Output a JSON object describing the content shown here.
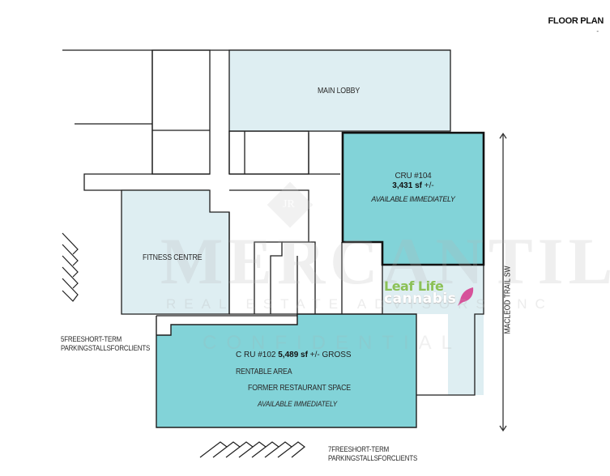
{
  "header": {
    "title": "FLOOR PLAN",
    "subtitle_mark": "-"
  },
  "colors": {
    "available_unit": "#82d3d8",
    "common_area": "#deeef2",
    "wall": "#1e1e1e",
    "leaf_green": "#8cc157",
    "leaf_pink": "#d6529a"
  },
  "rooms": {
    "main_lobby": {
      "label": "MAIN LOBBY"
    },
    "fitness_centre": {
      "label": "FITNESS CENTRE"
    },
    "cru_104": {
      "name": "CRU #104",
      "area": "3,431 sf",
      "area_suffix": "+/-",
      "status": "AVAILABLE IMMEDIATELY"
    },
    "cru_102": {
      "name": "C RU #102",
      "area": "5,489 sf",
      "area_suffix": "+/- GROSS",
      "line2": "RENTABLE AREA",
      "line3": "FORMER RESTAURANT SPACE",
      "status": "AVAILABLE IMMEDIATELY"
    }
  },
  "tenant_logo": {
    "line1": "Leaf Life",
    "line2": "cannabis",
    "icon": "leaf-icon"
  },
  "street": {
    "label": "MACLEOD TRAIL SW",
    "icon": "double-arrow-vertical-icon"
  },
  "parking": [
    {
      "line1": "5FREESHORT-TERM",
      "line2": "PARKINGSTALLSFORCLIENTS",
      "stalls": 5,
      "icon": "angled-parking-stalls-icon"
    },
    {
      "line1": "7FREESHORT-TERM",
      "line2": "PARKINGSTALLSFORCLIENTS",
      "stalls": 7,
      "icon": "angled-parking-stalls-icon"
    }
  ],
  "watermark": {
    "logo": "JR",
    "brand": "MERCANTILE",
    "tagline": "REAL ESTATE ADVISORS INC",
    "notice": "CONFIDENTIAL"
  }
}
